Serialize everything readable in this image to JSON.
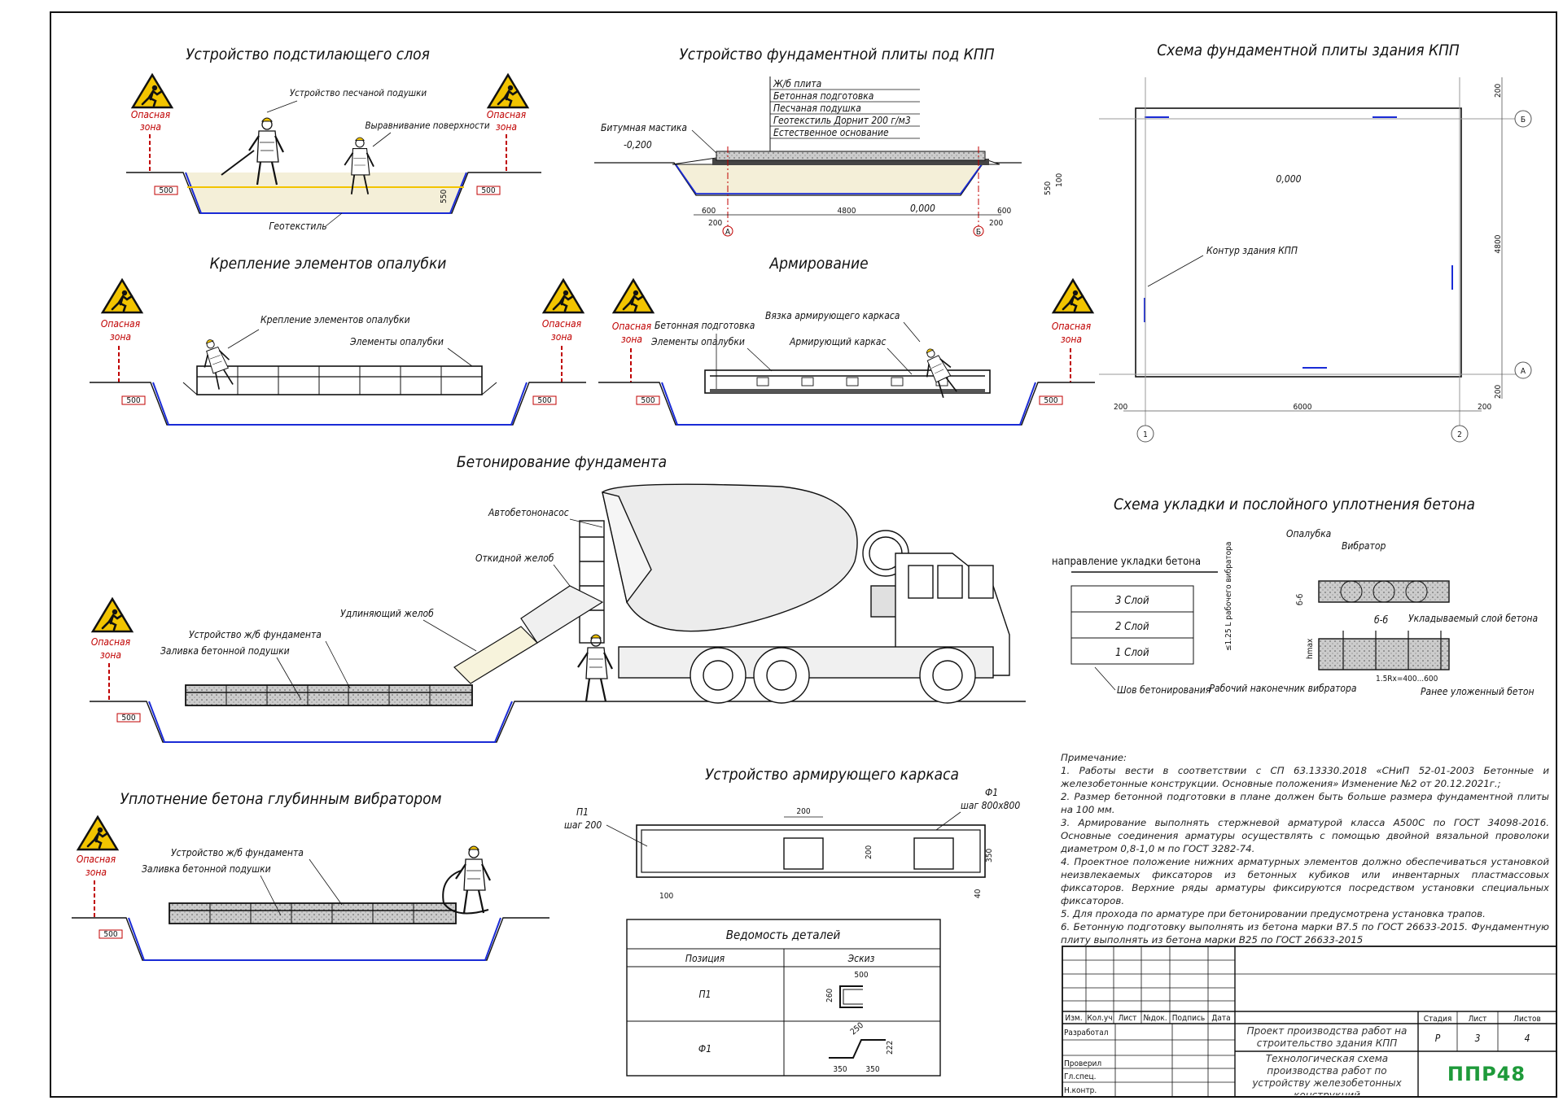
{
  "titles": {
    "bedding": "Устройство подстилающего слоя",
    "slab": "Устройство  фундаментной плиты под КПП",
    "scheme": "Схема фундаментной плиты здания КПП",
    "formwork": "Крепление элементов опалубки",
    "rebar": "Армирование",
    "concreting": "Бетонирование фундамента",
    "layering": "Схема укладки и послойного уплотнения бетона",
    "vibrating": "Уплотнение бетона глубинным вибратором",
    "cage": "Устройство армирующего каркаса"
  },
  "danger": {
    "line1": "Опасная",
    "line2": "зона"
  },
  "dims": {
    "d500": "500",
    "d550": "550",
    "d600": "600",
    "d200": "200",
    "d100": "100",
    "d4800": "4800",
    "d6000": "6000",
    "d350": "350",
    "d40": "40"
  },
  "labels": {
    "sand_pillow": "Устройство песчаной подушки",
    "levelling": "Выравнивание поверхности",
    "geotextile": "Геотекстиль",
    "bitumen": "Битумная мастика",
    "minus_level": "-0,200",
    "zero_level": "0,000",
    "axis_a": "А",
    "axis_b": "Б",
    "axis_1": "1",
    "axis_2": "2",
    "building_outline": "Контур здания КПП",
    "formwork_fix": "Крепление элементов опалубки",
    "formwork_elems": "Элементы опалубки",
    "concrete_prep": "Бетонная подготовка",
    "cage_tie": "Вязка армирующего каркаса",
    "rebar_cage": "Армирующий каркас",
    "pump": "Автобетононасос",
    "chute": "Откидной желоб",
    "ext_chute": "Удлиняющий желоб",
    "rc_found": "Устройство ж/б фундамента",
    "pour_pillow": "Заливка бетонной подушки",
    "direction": "направление укладки бетона",
    "layer3": "3 Слой",
    "layer2": "2 Слой",
    "layer1": "1 Слой",
    "seam": "Шов бетонирования",
    "vib_radius": "≤1.25 L рабочего вибратора",
    "formwork": "Опалубка",
    "vibrator": "Вибратор",
    "cut": "б-б",
    "placed_layer": "Укладываемый слой бетона",
    "hmax": "hmax",
    "step": "1.5Rx=400...600",
    "tip": "Рабочий наконечник вибратора",
    "prev_layer": "Ранее уложенный бетон",
    "p1": "П1",
    "p1_step": "шаг 200",
    "f1": "Ф1",
    "f1_step": "шаг 800х800"
  },
  "slab_layers": [
    "Ж/б плита",
    "Бетонная подготовка",
    "Песчаная подушка",
    "Геотекстиль Дорнит 200 г/м3",
    "Естественное основание"
  ],
  "details": {
    "title": "Ведомость деталей",
    "col1": "Позиция",
    "col2": "Эскиз",
    "rows": [
      {
        "pos": "П1",
        "a": "500",
        "b": "260"
      },
      {
        "pos": "Ф1",
        "a": "350",
        "b": "350",
        "c": "250",
        "d": "222"
      }
    ]
  },
  "notes": {
    "heading": "Примечание:",
    "items": [
      "1. Работы вести в соответствии с СП 63.13330.2018 «СНиП 52-01-2003 Бетонные и железобетонные конструкции. Основные положения» Изменение №2 от 20.12.2021г.;",
      "2. Размер бетонной подготовки в плане должен быть больше размера фундаментной плиты на 100 мм.",
      "3. Армирование выполнять стержневой арматурой класса А500С по ГОСТ 34098-2016. Основные соединения арматуры осуществлять с помощью двойной вязальной проволоки диаметром 0,8-1,0 м по ГОСТ 3282-74.",
      "4. Проектное положение нижних арматурных элементов должно обеспечиваться установкой неизвлекаемых фиксаторов из бетонных кубиков или инвентарных пластмассовых фиксаторов. Верхние ряды арматуры фиксируются посредством установки специальных фиксаторов.",
      "5. Для прохода по арматуре при бетонировании предусмотрена установка трапов.",
      "6. Бетонную подготовку выполнять из бетона марки В7.5 по ГОСТ 26633-2015. Фундаментную плиту выполнять из бетона марки В25 по ГОСТ 26633-2015"
    ]
  },
  "stamp": {
    "cols": [
      "Изм.",
      "Кол.уч",
      "Лист",
      "№док.",
      "Подпись",
      "Дата"
    ],
    "rows": [
      "Разработал",
      "Проверил",
      "Гл.спец.",
      "Н.контр."
    ],
    "project": "Проект производства работ на строительство здания КПП",
    "sheet_title": "Технологическая схема производства работ по устройству железобетонных конструкций",
    "stage_h": "Стадия",
    "sheet_h": "Лист",
    "sheets_h": "Листов",
    "stage": "Р",
    "sheet": "3",
    "sheets": "4",
    "logo": "ППР48"
  },
  "colors": {
    "red": "#c00000",
    "blue": "#1a2bd6",
    "sign": "#f2c400",
    "logo": "#1e9a3a"
  }
}
